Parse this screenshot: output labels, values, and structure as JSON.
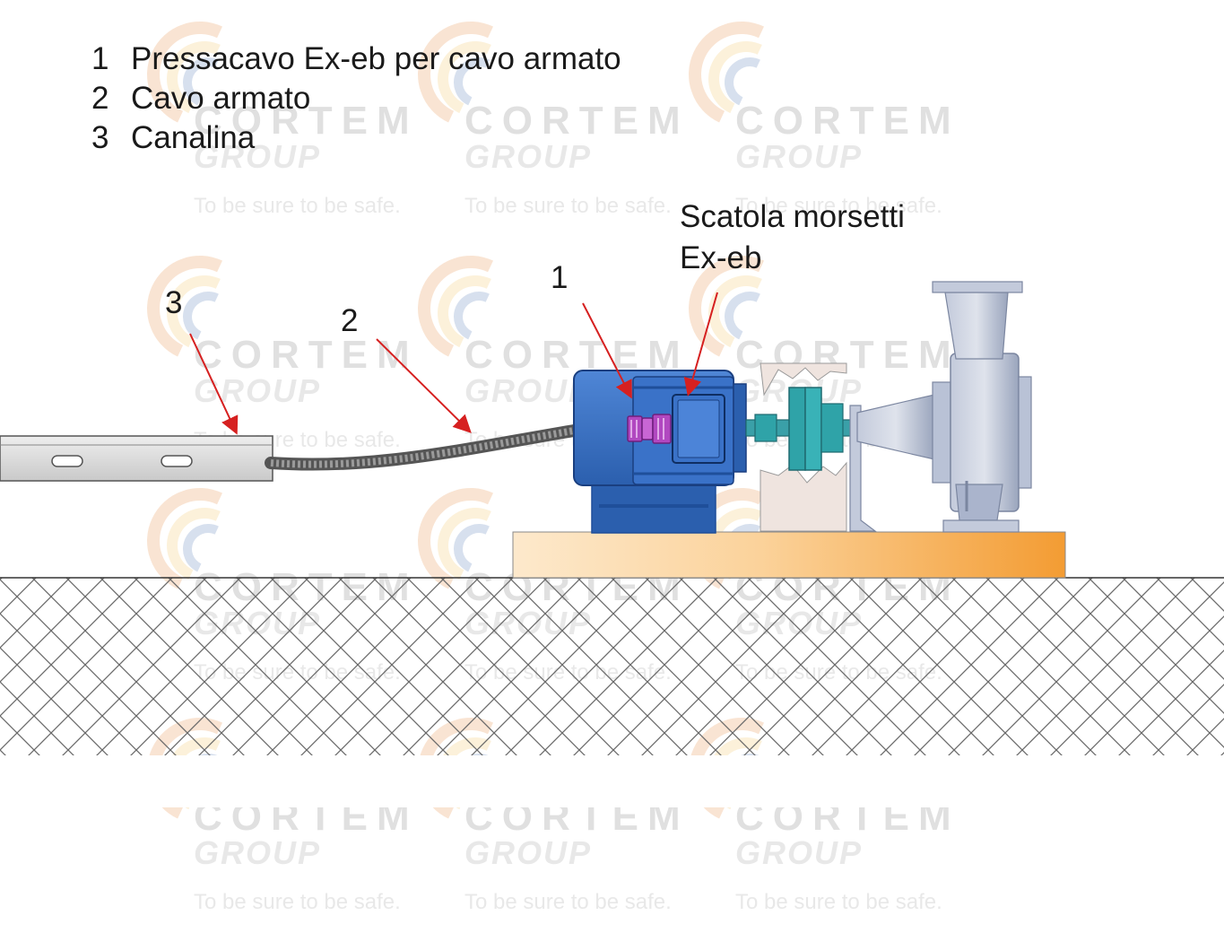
{
  "legend": [
    {
      "num": "1",
      "text": "Pressacavo Ex-eb per cavo armato"
    },
    {
      "num": "2",
      "text": "Cavo armato"
    },
    {
      "num": "3",
      "text": "Canalina"
    }
  ],
  "callouts": {
    "terminal_box_line1": "Scatola morsetti",
    "terminal_box_line2": "Ex-eb",
    "num_1": "1",
    "num_2": "2",
    "num_3": "3"
  },
  "watermark": {
    "brand": "CORTEM",
    "group": "GROUP",
    "tagline": "To be sure to be safe."
  },
  "colors": {
    "motor": "#3a72c8",
    "motor_dark": "#1f4f9a",
    "gland": "#b148c0",
    "coupling": "#2fa3a8",
    "pump": "#aab4cc",
    "base": "#f4a646",
    "arrow": "#d62020",
    "tray": "#d9d9d9",
    "ground_hatch": "#555555"
  }
}
